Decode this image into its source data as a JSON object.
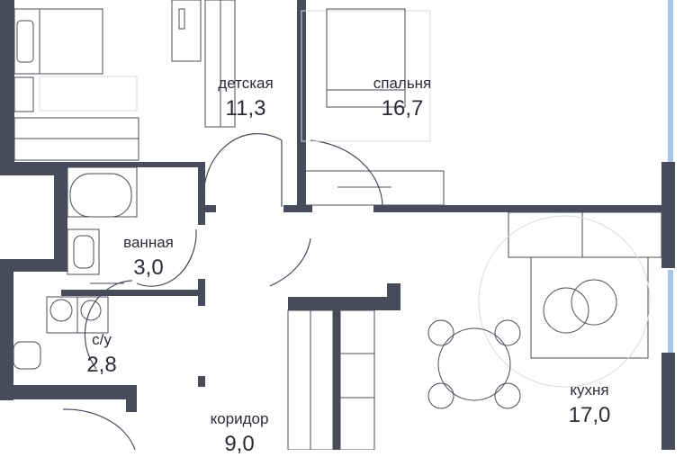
{
  "rooms": [
    {
      "id": "kids",
      "name": "детская",
      "area": "11,3"
    },
    {
      "id": "bedroom",
      "name": "спальня",
      "area": "16,7"
    },
    {
      "id": "bathroom",
      "name": "ванная",
      "area": "3,0"
    },
    {
      "id": "wc",
      "name": "с/у",
      "area": "2,8"
    },
    {
      "id": "corridor",
      "name": "коридор",
      "area": "9,0"
    },
    {
      "id": "kitchen",
      "name": "кухня",
      "area": "17,0"
    }
  ],
  "colors": {
    "wall": "#474b5a",
    "window": "#a9c4e6",
    "line": "#4a4d58"
  }
}
